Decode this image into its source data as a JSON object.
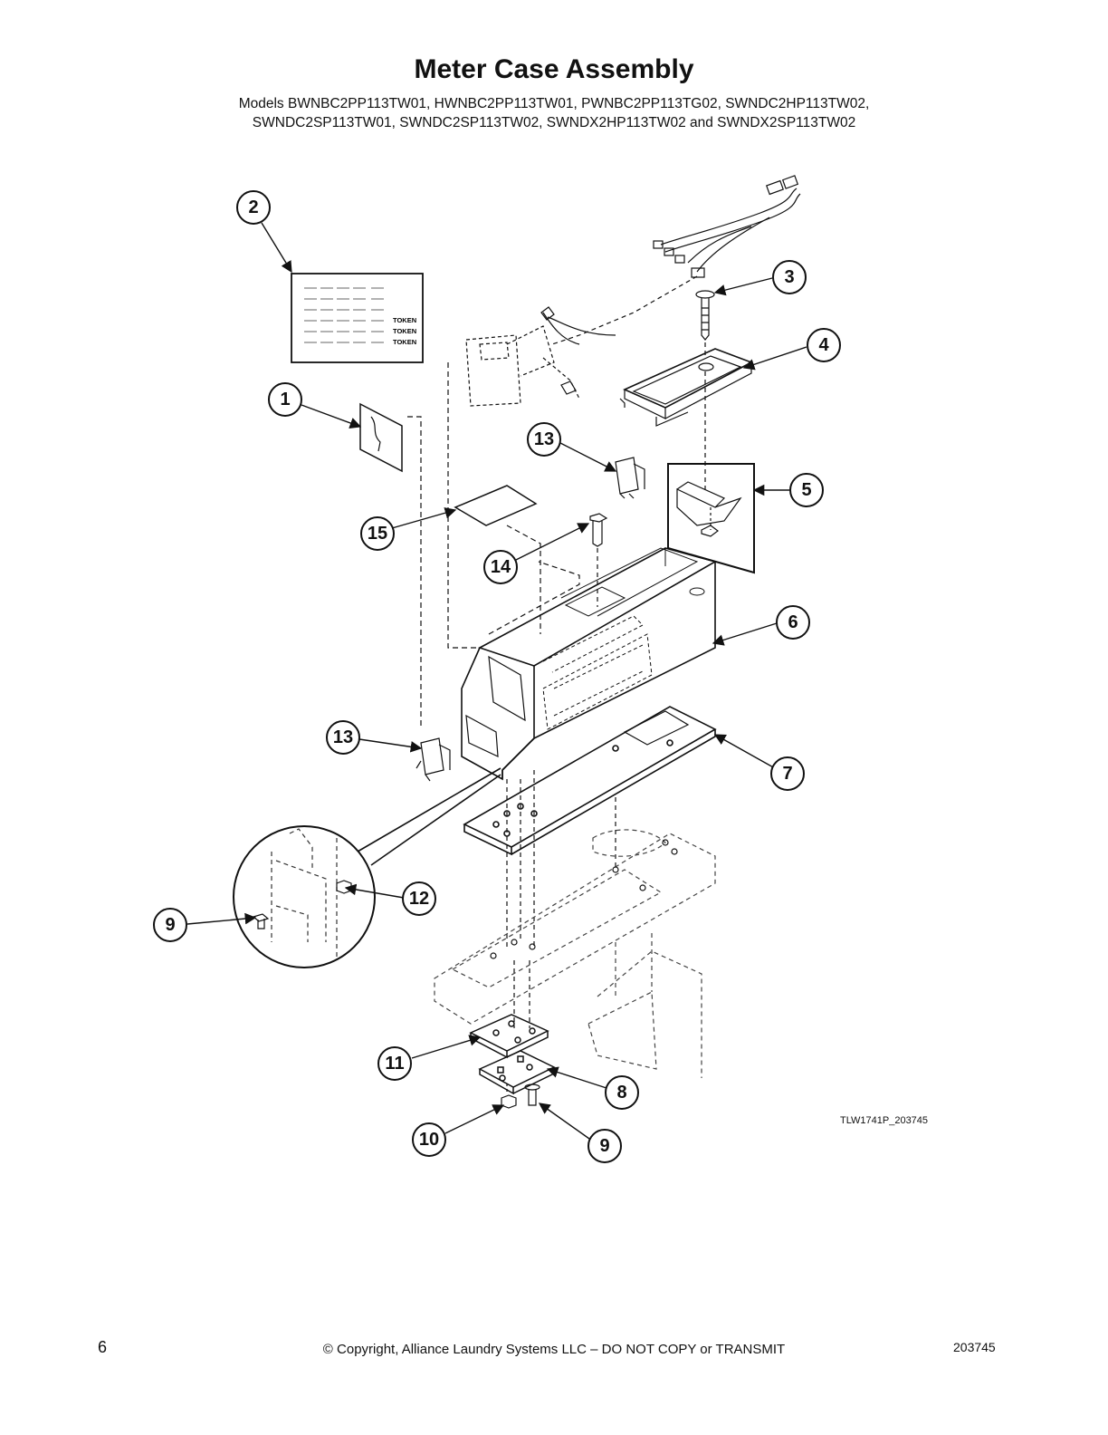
{
  "header": {
    "title": "Meter Case Assembly",
    "models_line1": "Models BWNBC2PP113TW01, HWNBC2PP113TW01, PWNBC2PP113TG02, SWNDC2HP113TW02,",
    "models_line2": "SWNDC2SP113TW01, SWNDC2SP113TW02, SWNDX2HP113TW02 and SWNDX2SP113TW02"
  },
  "label_card": {
    "rows": [
      "TOKEN",
      "TOKEN",
      "TOKEN"
    ]
  },
  "callouts": [
    {
      "id": "c2",
      "label": "2"
    },
    {
      "id": "c3",
      "label": "3"
    },
    {
      "id": "c4",
      "label": "4"
    },
    {
      "id": "c1",
      "label": "1"
    },
    {
      "id": "c13a",
      "label": "13"
    },
    {
      "id": "c5",
      "label": "5"
    },
    {
      "id": "c15",
      "label": "15"
    },
    {
      "id": "c14",
      "label": "14"
    },
    {
      "id": "c6",
      "label": "6"
    },
    {
      "id": "c13b",
      "label": "13"
    },
    {
      "id": "c7",
      "label": "7"
    },
    {
      "id": "c12",
      "label": "12"
    },
    {
      "id": "c9a",
      "label": "9"
    },
    {
      "id": "c11",
      "label": "11"
    },
    {
      "id": "c8",
      "label": "8"
    },
    {
      "id": "c10",
      "label": "10"
    },
    {
      "id": "c9b",
      "label": "9"
    }
  ],
  "figure_id": "TLW1741P_203745",
  "footer": {
    "page_number": "6",
    "copyright": "© Copyright, Alliance Laundry Systems LLC – DO NOT COPY or TRANSMIT",
    "doc_number": "203745"
  }
}
